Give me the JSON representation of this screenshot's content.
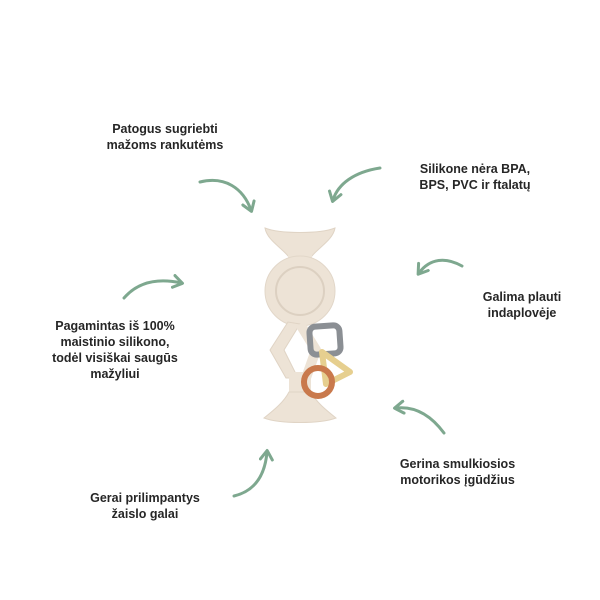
{
  "colors": {
    "arrow": "#7ea88f",
    "toy_body": "#ede3d6",
    "toy_shadow": "#dcd0c1",
    "ring_gray": "#8b8f94",
    "ring_yellow": "#e6cf8f",
    "ring_orange": "#c9794c",
    "text": "#262626",
    "background": "#ffffff"
  },
  "features": {
    "top_left": [
      "Patogus sugriebti",
      "mažoms rankutėms"
    ],
    "top_right": [
      "Silikone nėra BPA,",
      "BPS, PVC ir ftalatų"
    ],
    "mid_right": [
      "Galima plauti",
      "indaplovėje"
    ],
    "mid_left": [
      "Pagamintas iš 100%",
      "maistinio silikono,",
      "todėl visiškai saugūs",
      "mažyliui"
    ],
    "bot_right": [
      "Gerina smulkiosios",
      "motorikos įgūdžius"
    ],
    "bot_left": [
      "Gerai prilimpantys",
      "žaislo galai"
    ]
  },
  "icons": {
    "arrow": "curved-arrow-icon",
    "product": "suction-teether-toy"
  }
}
